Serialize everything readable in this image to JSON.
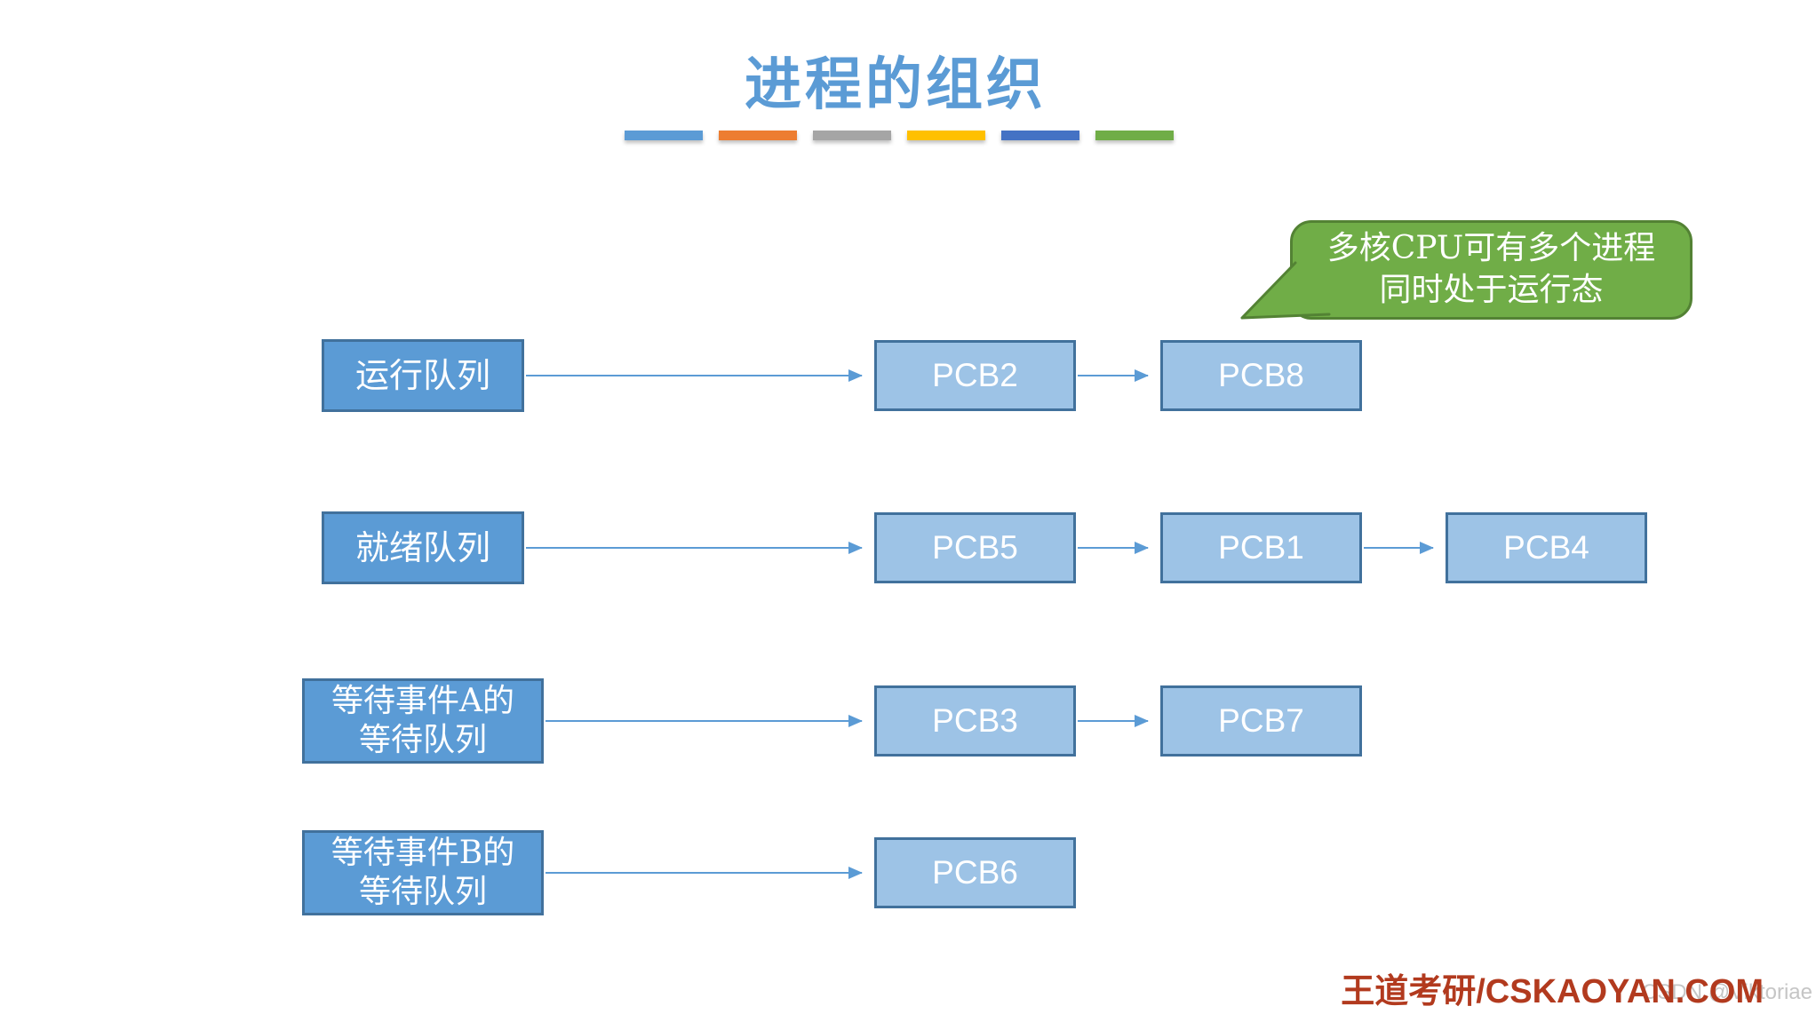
{
  "title": "进程的组织",
  "accent_bars": {
    "colors": [
      "#5B9BD5",
      "#ED7D31",
      "#A5A5A5",
      "#FFC000",
      "#4472C4",
      "#70AD47"
    ]
  },
  "callout": {
    "text": "多核CPU可有多个进程\n同时处于运行态",
    "fill": "#70AD47",
    "border": "#538234",
    "text_color": "#FFFFFF"
  },
  "queues": [
    {
      "label": "运行队列",
      "pcbs": [
        "PCB2",
        "PCB8"
      ]
    },
    {
      "label": "就绪队列",
      "pcbs": [
        "PCB5",
        "PCB1",
        "PCB4"
      ]
    },
    {
      "label": "等待事件A的\n等待队列",
      "pcbs": [
        "PCB3",
        "PCB7"
      ]
    },
    {
      "label": "等待事件B的\n等待队列",
      "pcbs": [
        "PCB6"
      ]
    }
  ],
  "colors": {
    "title": "#5B9BD5",
    "label_box_fill": "#5B9BD5",
    "label_box_border": "#41719C",
    "pcb_fill": "#9DC3E6",
    "pcb_border": "#41719C",
    "arrow": "#5B9BD5",
    "brand": "#B23A1E",
    "watermark": "#C5C5C5"
  },
  "footer": {
    "brand": "王道考研/CSKAOYAN.COM",
    "watermark": "CSDN @Viktoriae"
  }
}
